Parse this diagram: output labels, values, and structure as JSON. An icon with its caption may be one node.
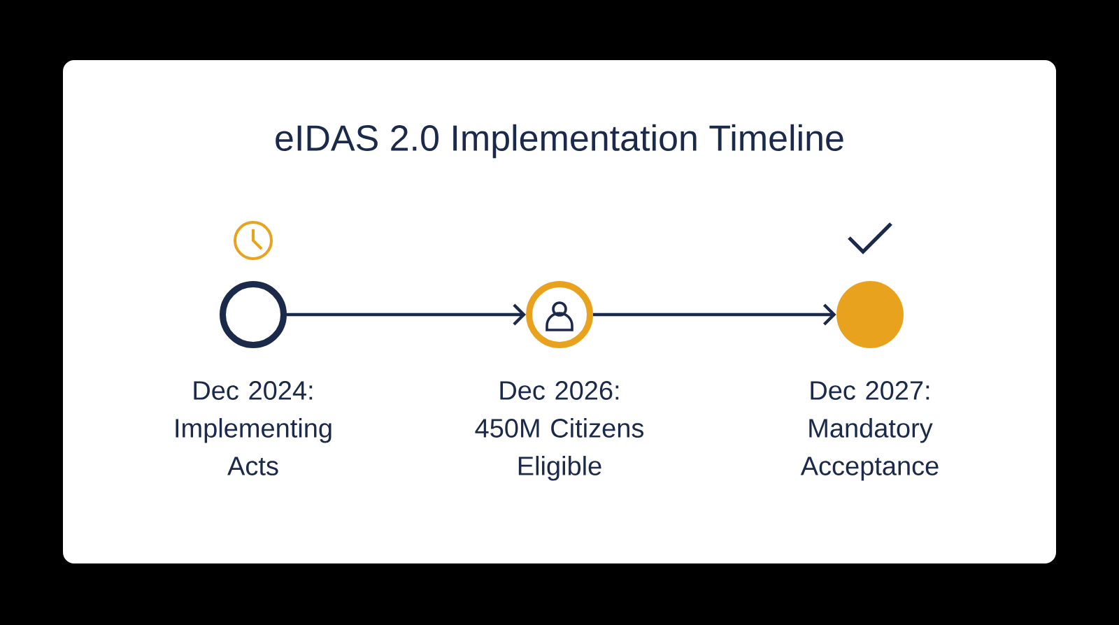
{
  "diagram": {
    "title": "eIDAS 2.0 Implementation Timeline",
    "nodes": [
      {
        "text": [],
        "shape": "circle",
        "beside": [
          "Dec 2024: Implementing Acts"
        ]
      },
      {
        "text": [],
        "shape": "circle",
        "beside": [
          "Dec 2026: 450M Citizens Eligible"
        ]
      },
      {
        "text": [],
        "shape": "circle",
        "beside": [
          "Dec 2027: Mandatory Acceptance"
        ]
      }
    ],
    "edges": [
      {
        "from": 0,
        "to": 1,
        "arrow": "to"
      },
      {
        "from": 1,
        "to": 2,
        "arrow": "to"
      }
    ]
  }
}
